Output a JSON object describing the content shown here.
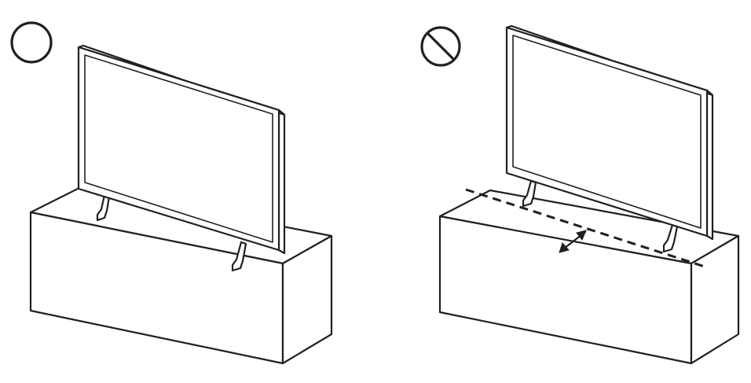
{
  "panels": [
    {
      "id": "correct",
      "symbol": "circle-ok-icon",
      "meaning": "correct"
    },
    {
      "id": "incorrect",
      "symbol": "prohibited-icon",
      "meaning": "incorrect"
    }
  ],
  "colors": {
    "line": "#231f20",
    "background": "#ffffff"
  }
}
